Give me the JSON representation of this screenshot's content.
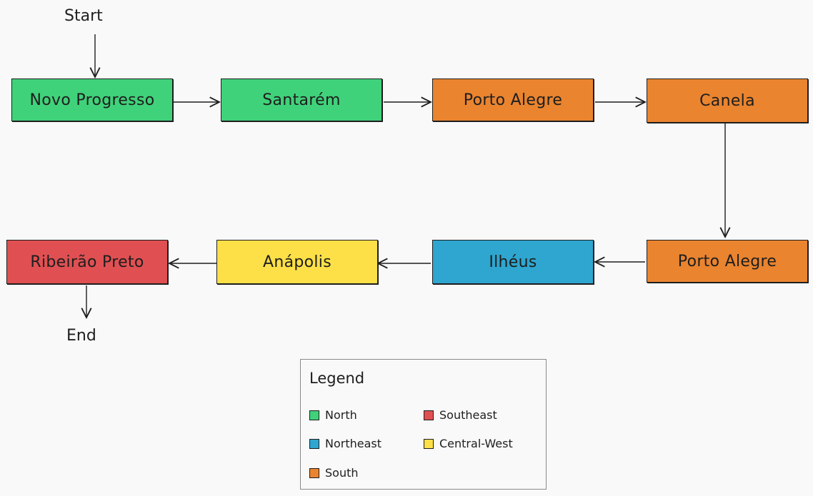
{
  "terminals": {
    "start": "Start",
    "end": "End"
  },
  "nodes": [
    {
      "label": "Novo Progresso",
      "region": "North",
      "color": "#40d27a"
    },
    {
      "label": "Santarém",
      "region": "North",
      "color": "#40d27a"
    },
    {
      "label": "Porto Alegre",
      "region": "South",
      "color": "#ea842f"
    },
    {
      "label": "Canela",
      "region": "South",
      "color": "#ea842f"
    },
    {
      "label": "Porto Alegre",
      "region": "South",
      "color": "#ea842f"
    },
    {
      "label": "Ilhéus",
      "region": "Northeast",
      "color": "#2ea6cf"
    },
    {
      "label": "Anápolis",
      "region": "Central-West",
      "color": "#fde047"
    },
    {
      "label": "Ribeirão Preto",
      "region": "Southeast",
      "color": "#e05052"
    }
  ],
  "legend": {
    "title": "Legend",
    "items": [
      {
        "label": "North",
        "color": "#40d27a"
      },
      {
        "label": "Southeast",
        "color": "#e05052"
      },
      {
        "label": "Northeast",
        "color": "#2ea6cf"
      },
      {
        "label": "Central-West",
        "color": "#fde047"
      },
      {
        "label": "South",
        "color": "#ea842f"
      }
    ]
  }
}
